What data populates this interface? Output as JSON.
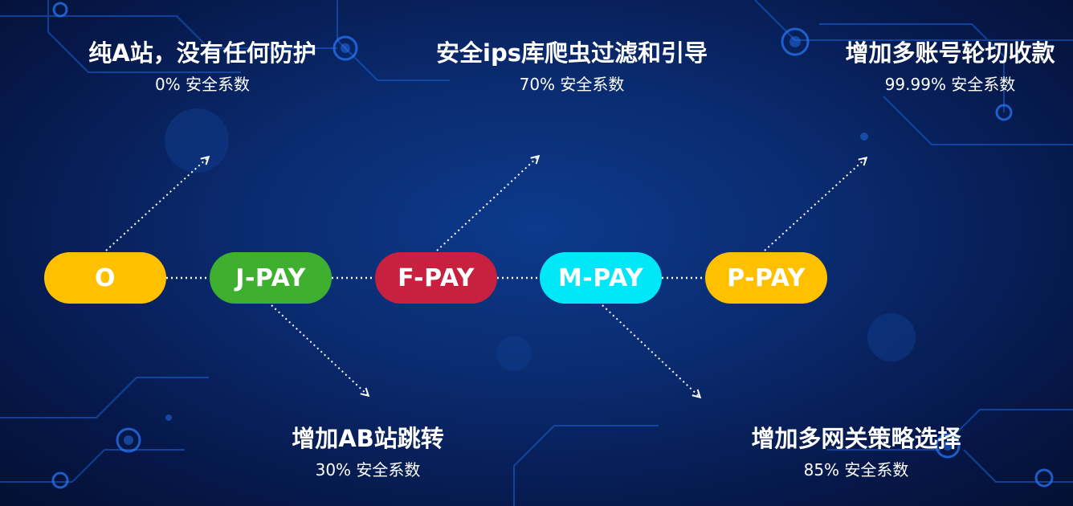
{
  "colors": {
    "background": "#0a2a6e",
    "O": "#ffc000",
    "J-PAY": "#3faf30",
    "F-PAY": "#c8203f",
    "M-PAY": "#00e8f8",
    "P-PAY": "#ffc000",
    "connector": "#ffffff"
  },
  "nodes": [
    {
      "label": "O"
    },
    {
      "label": "J-PAY"
    },
    {
      "label": "F-PAY"
    },
    {
      "label": "M-PAY"
    },
    {
      "label": "P-PAY"
    }
  ],
  "captions": [
    {
      "title": "纯A站，没有任何防护",
      "subtitle": "0% 安全系数"
    },
    {
      "title": "增加AB站跳转",
      "subtitle": "30% 安全系数"
    },
    {
      "title": "安全ips库爬虫过滤和引导",
      "subtitle": "70% 安全系数"
    },
    {
      "title": "增加多网关策略选择",
      "subtitle": "85% 安全系数"
    },
    {
      "title": "增加多账号轮切收款",
      "subtitle": "99.99% 安全系数"
    }
  ]
}
